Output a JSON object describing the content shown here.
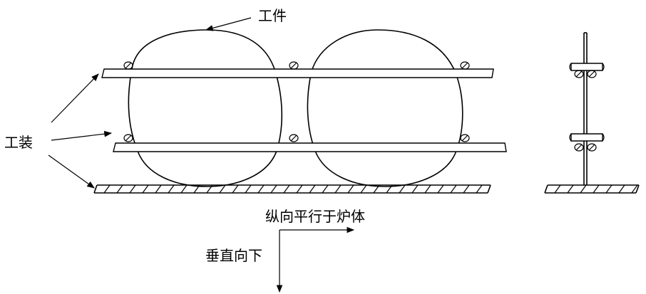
{
  "labels": {
    "workpiece": "工件",
    "fixture": "工装",
    "longitudinal": "纵向平行于炉体",
    "vertical": "垂直向下"
  },
  "colors": {
    "stroke": "#000000",
    "background": "#ffffff"
  }
}
